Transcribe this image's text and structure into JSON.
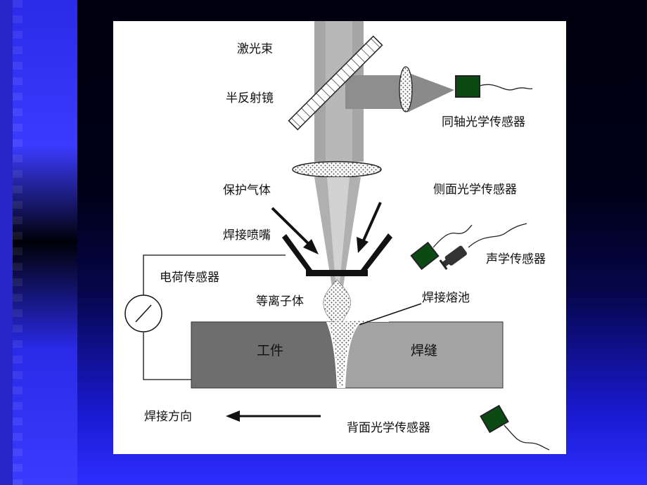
{
  "labels": {
    "laser_beam": "激光束",
    "half_mirror": "半反射镜",
    "coaxial_sensor": "同轴光学传感器",
    "shield_gas": "保护气体",
    "side_sensor": "侧面光学传感器",
    "nozzle": "焊接喷嘴",
    "acoustic_sensor": "声学传感器",
    "charge_sensor": "电荷传感器",
    "plasma": "等离子体",
    "weld_pool": "焊接熔池",
    "workpiece": "工件",
    "weld_seam": "焊缝",
    "weld_direction": "焊接方向",
    "back_sensor": "背面光学传感器"
  },
  "colors": {
    "sensor_green": "#0c4a14",
    "beam_gray": "#9a9a9a",
    "workpiece_dark": "#6e6e6e",
    "seam_gray": "#a0a0a0",
    "slide_bg_blue": "#2d2dff"
  }
}
